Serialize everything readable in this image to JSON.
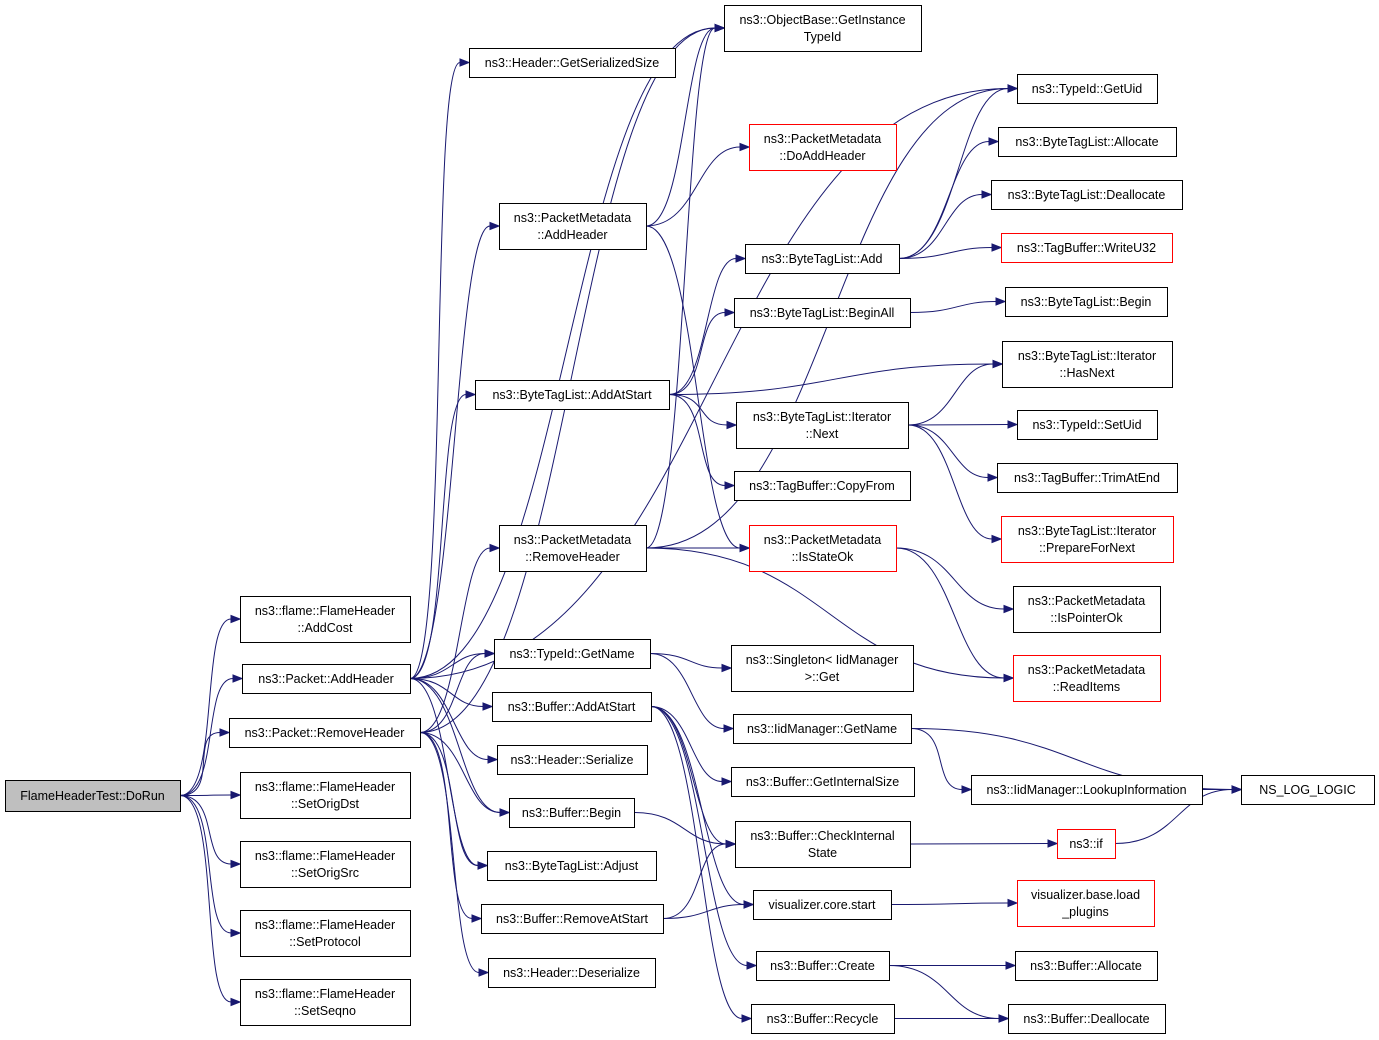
{
  "nodes": [
    {
      "id": "dorun",
      "lines": [
        "FlameHeaderTest::DoRun"
      ],
      "root": true,
      "red": false
    },
    {
      "id": "addcost",
      "lines": [
        "ns3::flame::FlameHeader",
        "::AddCost"
      ],
      "red": false
    },
    {
      "id": "pkt_addheader",
      "lines": [
        "ns3::Packet::AddHeader"
      ],
      "red": false
    },
    {
      "id": "pkt_removeheader",
      "lines": [
        "ns3::Packet::RemoveHeader"
      ],
      "red": false
    },
    {
      "id": "setorigdst",
      "lines": [
        "ns3::flame::FlameHeader",
        "::SetOrigDst"
      ],
      "red": false
    },
    {
      "id": "setorigsrc",
      "lines": [
        "ns3::flame::FlameHeader",
        "::SetOrigSrc"
      ],
      "red": false
    },
    {
      "id": "setprotocol",
      "lines": [
        "ns3::flame::FlameHeader",
        "::SetProtocol"
      ],
      "red": false
    },
    {
      "id": "setseqno",
      "lines": [
        "ns3::flame::FlameHeader",
        "::SetSeqno"
      ],
      "red": false
    },
    {
      "id": "hdr_getsersize",
      "lines": [
        "ns3::Header::GetSerializedSize"
      ],
      "red": false
    },
    {
      "id": "pm_addheader",
      "lines": [
        "ns3::PacketMetadata",
        "::AddHeader"
      ],
      "red": false
    },
    {
      "id": "btl_addatstart",
      "lines": [
        "ns3::ByteTagList::AddAtStart"
      ],
      "red": false
    },
    {
      "id": "pm_removeheader",
      "lines": [
        "ns3::PacketMetadata",
        "::RemoveHeader"
      ],
      "red": false
    },
    {
      "id": "typeid_getname",
      "lines": [
        "ns3::TypeId::GetName"
      ],
      "red": false
    },
    {
      "id": "buf_addatstart",
      "lines": [
        "ns3::Buffer::AddAtStart"
      ],
      "red": false
    },
    {
      "id": "hdr_serialize",
      "lines": [
        "ns3::Header::Serialize"
      ],
      "red": false
    },
    {
      "id": "buf_begin",
      "lines": [
        "ns3::Buffer::Begin"
      ],
      "red": false
    },
    {
      "id": "btl_adjust",
      "lines": [
        "ns3::ByteTagList::Adjust"
      ],
      "red": false
    },
    {
      "id": "buf_removeatstart",
      "lines": [
        "ns3::Buffer::RemoveAtStart"
      ],
      "red": false
    },
    {
      "id": "hdr_deserialize",
      "lines": [
        "ns3::Header::Deserialize"
      ],
      "red": false
    },
    {
      "id": "objbase_getinst",
      "lines": [
        "ns3::ObjectBase::GetInstance",
        "TypeId"
      ],
      "red": false
    },
    {
      "id": "pm_doaddheader",
      "lines": [
        "ns3::PacketMetadata",
        "::DoAddHeader"
      ],
      "red": true
    },
    {
      "id": "btl_add",
      "lines": [
        "ns3::ByteTagList::Add"
      ],
      "red": false
    },
    {
      "id": "btl_beginall",
      "lines": [
        "ns3::ByteTagList::BeginAll"
      ],
      "red": false
    },
    {
      "id": "btl_iter_next",
      "lines": [
        "ns3::ByteTagList::Iterator",
        "::Next"
      ],
      "red": false
    },
    {
      "id": "tagbuf_copyfrom",
      "lines": [
        "ns3::TagBuffer::CopyFrom"
      ],
      "red": false
    },
    {
      "id": "pm_isstateok",
      "lines": [
        "ns3::PacketMetadata",
        "::IsStateOk"
      ],
      "red": true
    },
    {
      "id": "singleton_get",
      "lines": [
        "ns3::Singleton< IidManager",
        ">::Get"
      ],
      "red": false
    },
    {
      "id": "iid_getname",
      "lines": [
        "ns3::IidManager::GetName"
      ],
      "red": false
    },
    {
      "id": "buf_getinternalsize",
      "lines": [
        "ns3::Buffer::GetInternalSize"
      ],
      "red": false
    },
    {
      "id": "buf_checkinternal",
      "lines": [
        "ns3::Buffer::CheckInternal",
        "State"
      ],
      "red": false
    },
    {
      "id": "viz_core_start",
      "lines": [
        "visualizer.core.start"
      ],
      "red": false
    },
    {
      "id": "buf_create",
      "lines": [
        "ns3::Buffer::Create"
      ],
      "red": false
    },
    {
      "id": "buf_recycle",
      "lines": [
        "ns3::Buffer::Recycle"
      ],
      "red": false
    },
    {
      "id": "typeid_getuid",
      "lines": [
        "ns3::TypeId::GetUid"
      ],
      "red": false
    },
    {
      "id": "btl_allocate",
      "lines": [
        "ns3::ByteTagList::Allocate"
      ],
      "red": false
    },
    {
      "id": "btl_deallocate",
      "lines": [
        "ns3::ByteTagList::Deallocate"
      ],
      "red": false
    },
    {
      "id": "tagbuf_writeu32",
      "lines": [
        "ns3::TagBuffer::WriteU32"
      ],
      "red": true
    },
    {
      "id": "btl_begin",
      "lines": [
        "ns3::ByteTagList::Begin"
      ],
      "red": false
    },
    {
      "id": "btl_iter_hasnext",
      "lines": [
        "ns3::ByteTagList::Iterator",
        "::HasNext"
      ],
      "red": false
    },
    {
      "id": "typeid_setuid",
      "lines": [
        "ns3::TypeId::SetUid"
      ],
      "red": false
    },
    {
      "id": "tagbuf_trimatend",
      "lines": [
        "ns3::TagBuffer::TrimAtEnd"
      ],
      "red": false
    },
    {
      "id": "btl_iter_prepare",
      "lines": [
        "ns3::ByteTagList::Iterator",
        "::PrepareForNext"
      ],
      "red": true
    },
    {
      "id": "pm_ispointerok",
      "lines": [
        "ns3::PacketMetadata",
        "::IsPointerOk"
      ],
      "red": false
    },
    {
      "id": "pm_readitems",
      "lines": [
        "ns3::PacketMetadata",
        "::ReadItems"
      ],
      "red": true
    },
    {
      "id": "iid_lookupinfo",
      "lines": [
        "ns3::IidManager::LookupInformation"
      ],
      "red": false
    },
    {
      "id": "ns3_if",
      "lines": [
        "ns3::if"
      ],
      "red": true
    },
    {
      "id": "viz_base_load",
      "lines": [
        "visualizer.base.load",
        "_plugins"
      ],
      "red": true
    },
    {
      "id": "buf_allocate",
      "lines": [
        "ns3::Buffer::Allocate"
      ],
      "red": false
    },
    {
      "id": "buf_deallocate",
      "lines": [
        "ns3::Buffer::Deallocate"
      ],
      "red": false
    },
    {
      "id": "ns_log_logic",
      "lines": [
        "NS_LOG_LOGIC"
      ],
      "red": false
    }
  ],
  "edges": [
    [
      "dorun",
      "addcost"
    ],
    [
      "dorun",
      "pkt_addheader"
    ],
    [
      "dorun",
      "pkt_removeheader"
    ],
    [
      "dorun",
      "setorigdst"
    ],
    [
      "dorun",
      "setorigsrc"
    ],
    [
      "dorun",
      "setprotocol"
    ],
    [
      "dorun",
      "setseqno"
    ],
    [
      "pkt_addheader",
      "hdr_getsersize"
    ],
    [
      "pkt_addheader",
      "objbase_getinst"
    ],
    [
      "pkt_addheader",
      "typeid_getuid"
    ],
    [
      "pkt_addheader",
      "pm_addheader"
    ],
    [
      "pkt_addheader",
      "btl_addatstart"
    ],
    [
      "pkt_addheader",
      "typeid_getname"
    ],
    [
      "pkt_addheader",
      "buf_addatstart"
    ],
    [
      "pkt_addheader",
      "hdr_serialize"
    ],
    [
      "pkt_addheader",
      "buf_begin"
    ],
    [
      "pkt_addheader",
      "btl_adjust"
    ],
    [
      "pkt_removeheader",
      "objbase_getinst"
    ],
    [
      "pkt_removeheader",
      "pm_removeheader"
    ],
    [
      "pkt_removeheader",
      "typeid_getname"
    ],
    [
      "pkt_removeheader",
      "buf_begin"
    ],
    [
      "pkt_removeheader",
      "btl_adjust"
    ],
    [
      "pkt_removeheader",
      "buf_removeatstart"
    ],
    [
      "pkt_removeheader",
      "hdr_deserialize"
    ],
    [
      "pm_addheader",
      "objbase_getinst"
    ],
    [
      "pm_addheader",
      "pm_doaddheader"
    ],
    [
      "pm_addheader",
      "pm_isstateok"
    ],
    [
      "btl_addatstart",
      "btl_add"
    ],
    [
      "btl_addatstart",
      "btl_beginall"
    ],
    [
      "btl_addatstart",
      "btl_iter_hasnext"
    ],
    [
      "btl_addatstart",
      "btl_iter_next"
    ],
    [
      "btl_addatstart",
      "tagbuf_copyfrom"
    ],
    [
      "pm_removeheader",
      "objbase_getinst"
    ],
    [
      "pm_removeheader",
      "typeid_getuid"
    ],
    [
      "pm_removeheader",
      "pm_isstateok"
    ],
    [
      "pm_removeheader",
      "pm_readitems"
    ],
    [
      "typeid_getname",
      "singleton_get"
    ],
    [
      "typeid_getname",
      "iid_getname"
    ],
    [
      "buf_addatstart",
      "buf_getinternalsize"
    ],
    [
      "buf_addatstart",
      "buf_checkinternal"
    ],
    [
      "buf_addatstart",
      "viz_core_start"
    ],
    [
      "buf_addatstart",
      "buf_create"
    ],
    [
      "buf_addatstart",
      "buf_recycle"
    ],
    [
      "buf_begin",
      "buf_checkinternal"
    ],
    [
      "buf_removeatstart",
      "buf_checkinternal"
    ],
    [
      "buf_removeatstart",
      "viz_core_start"
    ],
    [
      "btl_add",
      "typeid_getuid"
    ],
    [
      "btl_add",
      "btl_allocate"
    ],
    [
      "btl_add",
      "btl_deallocate"
    ],
    [
      "btl_add",
      "tagbuf_writeu32"
    ],
    [
      "btl_beginall",
      "btl_begin"
    ],
    [
      "btl_iter_next",
      "btl_iter_hasnext"
    ],
    [
      "btl_iter_next",
      "typeid_setuid"
    ],
    [
      "btl_iter_next",
      "tagbuf_trimatend"
    ],
    [
      "btl_iter_next",
      "btl_iter_prepare"
    ],
    [
      "pm_isstateok",
      "pm_ispointerok"
    ],
    [
      "pm_isstateok",
      "pm_readitems"
    ],
    [
      "iid_getname",
      "iid_lookupinfo"
    ],
    [
      "iid_getname",
      "ns_log_logic"
    ],
    [
      "iid_lookupinfo",
      "ns_log_logic"
    ],
    [
      "buf_checkinternal",
      "ns3_if"
    ],
    [
      "ns3_if",
      "ns_log_logic"
    ],
    [
      "viz_core_start",
      "viz_base_load"
    ],
    [
      "buf_create",
      "buf_allocate"
    ],
    [
      "buf_create",
      "buf_deallocate"
    ],
    [
      "buf_recycle",
      "buf_deallocate"
    ]
  ],
  "colors": {
    "edge": "#191970",
    "node_border": "#000000",
    "node_border_incomplete": "#ff0000",
    "root_fill": "#bfbfbf"
  }
}
